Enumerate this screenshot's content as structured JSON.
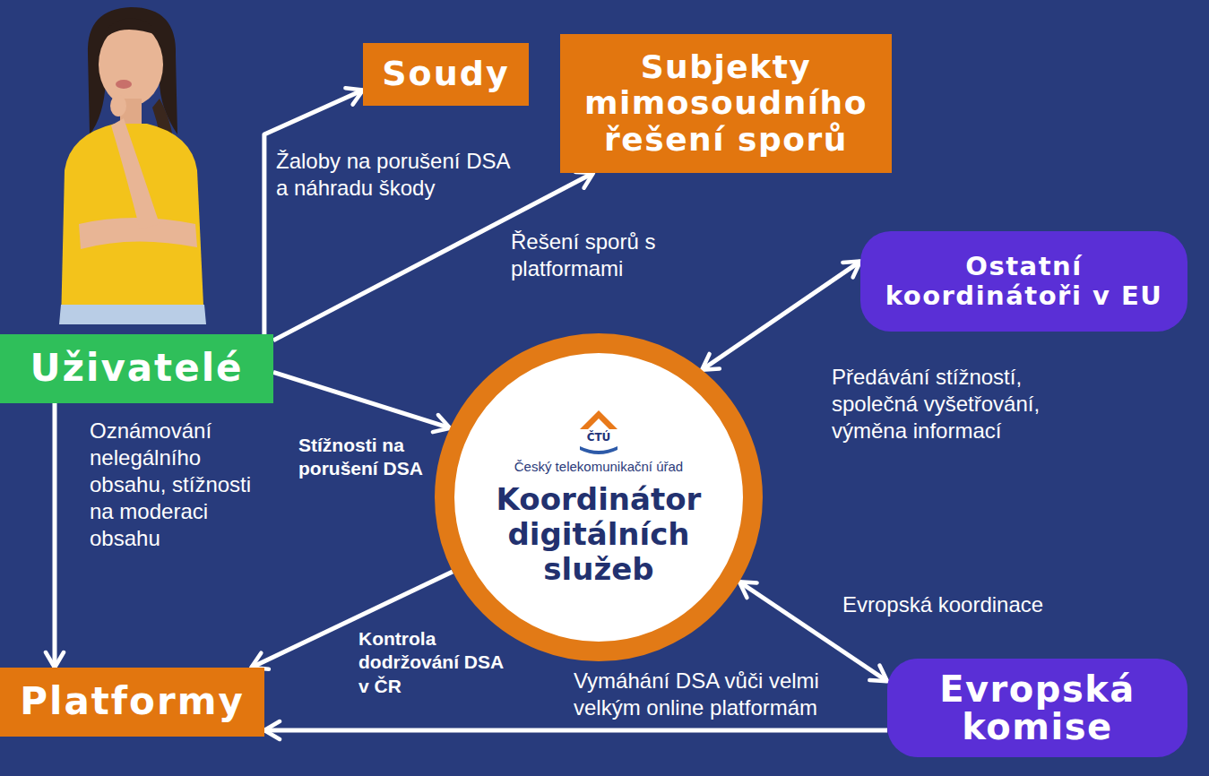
{
  "diagram": {
    "nodes": [
      {
        "text": [
          "Soudy"
        ]
      },
      {
        "text": [
          "Subjekty mimosoudního řešení sporů"
        ]
      },
      {
        "text": [
          "Ostatní koordinátoři v EU"
        ]
      },
      {
        "text": [
          "Uživatelé"
        ]
      },
      {
        "text": [
          "ČTÚ",
          "Český telekomunikační úřad",
          "Koordinátor digitálních služeb"
        ]
      },
      {
        "text": [
          "Platformy"
        ]
      },
      {
        "text": [
          "Evropská komise"
        ]
      }
    ],
    "edges": [
      {
        "from": 3,
        "to": 0,
        "arrow": "to",
        "label": "Žaloby na porušení DSA a náhradu škody"
      },
      {
        "from": 3,
        "to": 1,
        "arrow": "to",
        "label": "Řešení sporů s platformami"
      },
      {
        "from": 3,
        "to": 4,
        "arrow": "to",
        "label": "Stížnosti na porušení DSA"
      },
      {
        "from": 3,
        "to": 5,
        "arrow": "to",
        "label": "Oznámování nelegálního obsahu, stížnosti na moderaci obsahu"
      },
      {
        "from": 4,
        "to": 2,
        "arrow": "both",
        "label": "Předávání stížností, společná vyšetřování, výměna informací"
      },
      {
        "from": 4,
        "to": 5,
        "arrow": "to",
        "label": "Kontrola dodržování DSA v ČR"
      },
      {
        "from": 4,
        "to": 6,
        "arrow": "both",
        "label": "Evropská koordinace"
      },
      {
        "from": 6,
        "to": 5,
        "arrow": "to",
        "label": "Vymáhání DSA vůči velmi velkým online platformám"
      }
    ]
  }
}
